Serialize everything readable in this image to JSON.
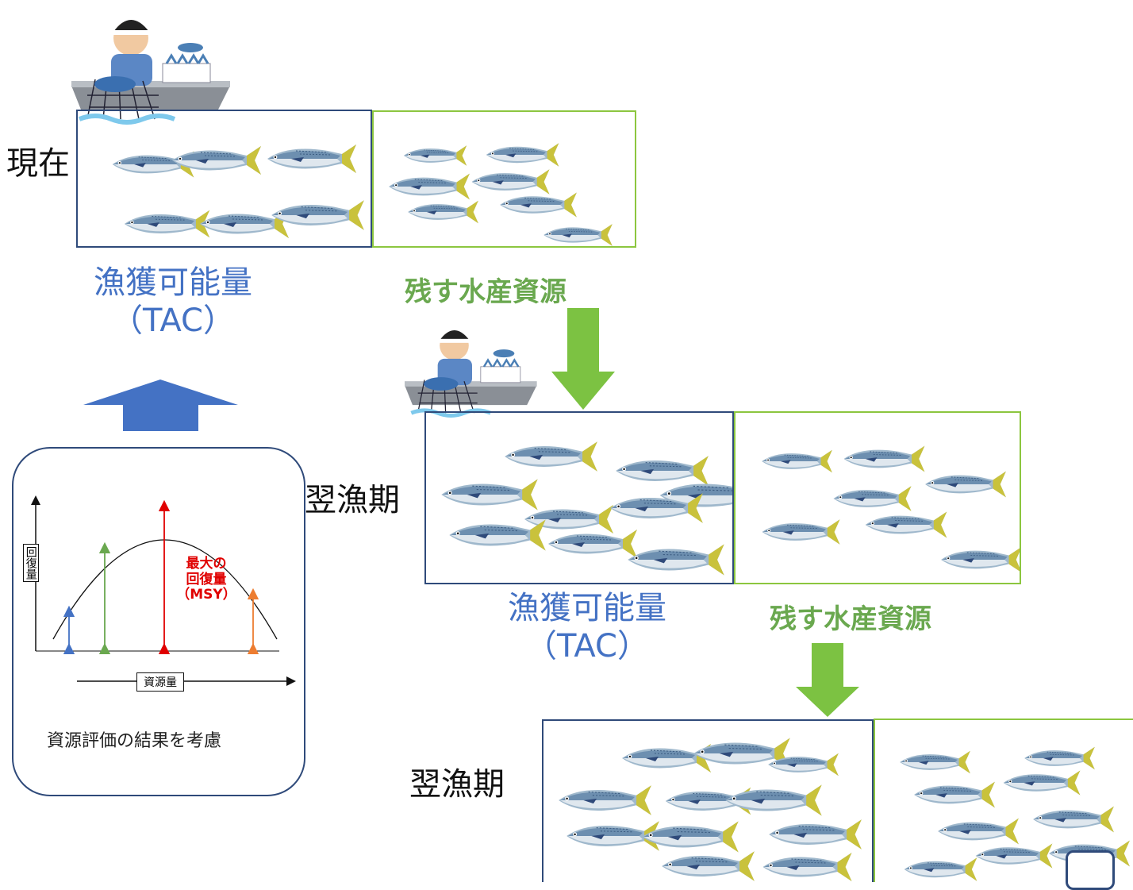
{
  "labels": {
    "now": "現在",
    "next1": "翌漁期",
    "next2": "翌漁期",
    "tac1_line1": "漁獲可能量",
    "tac1_line2": "（TAC）",
    "tac2_line1": "漁獲可能量",
    "tac2_line2": "（TAC）",
    "remain1": "残す水産資源",
    "remain2": "残す水産資源"
  },
  "panel": {
    "caption": "資源評価の結果を考慮",
    "y_label": "回復量",
    "x_label": "資源量",
    "msy_line1": "最大の",
    "msy_line2": "回復量",
    "msy_line3": "（MSY）"
  },
  "colors": {
    "blue_text": "#4472c4",
    "green_text": "#6aa84f",
    "arrow_green": "#7cc242",
    "arrow_blue": "#4472c4",
    "box_blue": "#2f4a7a",
    "box_green": "#8cc63f",
    "msy_red": "#e00000",
    "curve_blue": "#4472c4",
    "curve_green": "#6aa84f",
    "curve_red": "#e00000",
    "curve_orange": "#ed7d31"
  },
  "icons": [
    "fisherman-icon",
    "fishing-boat-icon",
    "mackerel-icon"
  ]
}
